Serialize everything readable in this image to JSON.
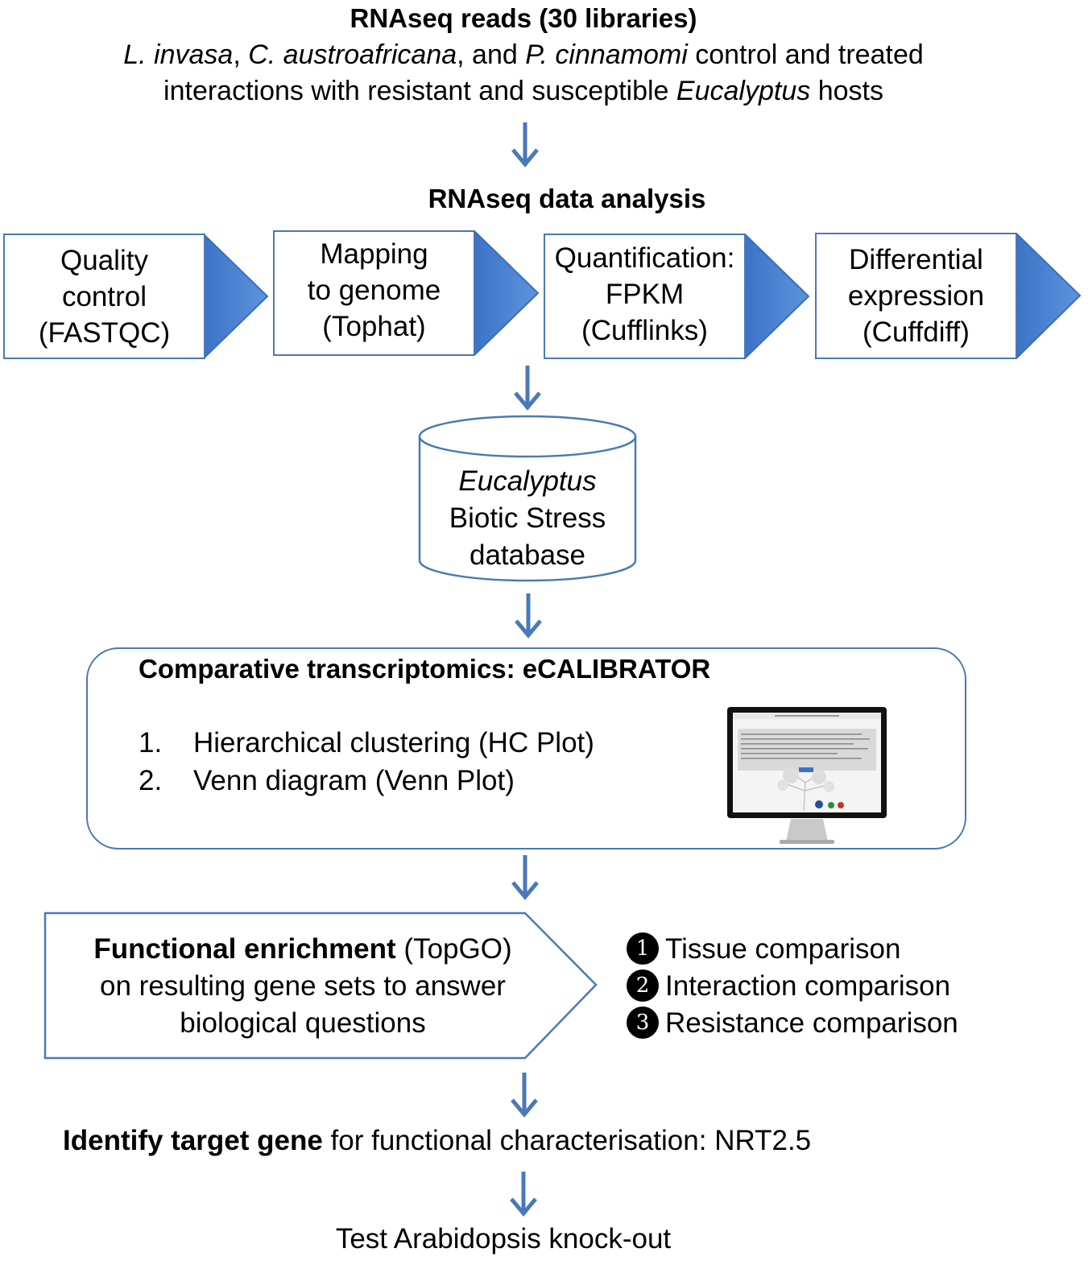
{
  "header": {
    "title": "RNAseq reads (30 libraries)",
    "line1": {
      "s1": "L. invasa",
      "s2": ", ",
      "s3": "C. austroafricana",
      "s4": ", and ",
      "s5": "P. cinnamomi",
      "s6": " control and treated"
    },
    "line2": {
      "s1": "interactions with resistant and susceptible ",
      "s2": "Eucalyptus",
      "s3": " hosts"
    }
  },
  "analysis": {
    "title": "RNAseq data analysis",
    "steps": [
      {
        "l1": "Quality",
        "l2": "control",
        "l3": "(FASTQC)"
      },
      {
        "l1": "Mapping",
        "l2": "to genome",
        "l3": "(Tophat)"
      },
      {
        "l1": "Quantification:",
        "l2": "FPKM",
        "l3": "(Cufflinks)"
      },
      {
        "l1": "Differential",
        "l2": "expression",
        "l3": "(Cuffdiff)"
      }
    ]
  },
  "database": {
    "l1": "Eucalyptus",
    "l2": "Biotic Stress",
    "l3": "database"
  },
  "comparative": {
    "title": "Comparative transcriptomics: eCALIBRATOR",
    "items": [
      {
        "num": "1.",
        "text": "Hierarchical clustering (HC Plot)"
      },
      {
        "num": "2.",
        "text": "Venn diagram (Venn Plot)"
      }
    ]
  },
  "enrichment": {
    "bold": "Functional enrichment",
    "rest": " (TopGO)",
    "l2": "on resulting gene sets to answer",
    "l3": "biological questions",
    "questions": [
      {
        "num": "1",
        "text": "Tissue comparison"
      },
      {
        "num": "2",
        "text": "Interaction comparison"
      },
      {
        "num": "3",
        "text": "Resistance comparison"
      }
    ]
  },
  "target": {
    "bold": "Identify target gene",
    "rest": " for functional characterisation: NRT2.5"
  },
  "final": {
    "text": "Test Arabidopsis knock-out"
  },
  "colors": {
    "accent": "#4a79b8",
    "arrow": "#4a79b8"
  }
}
